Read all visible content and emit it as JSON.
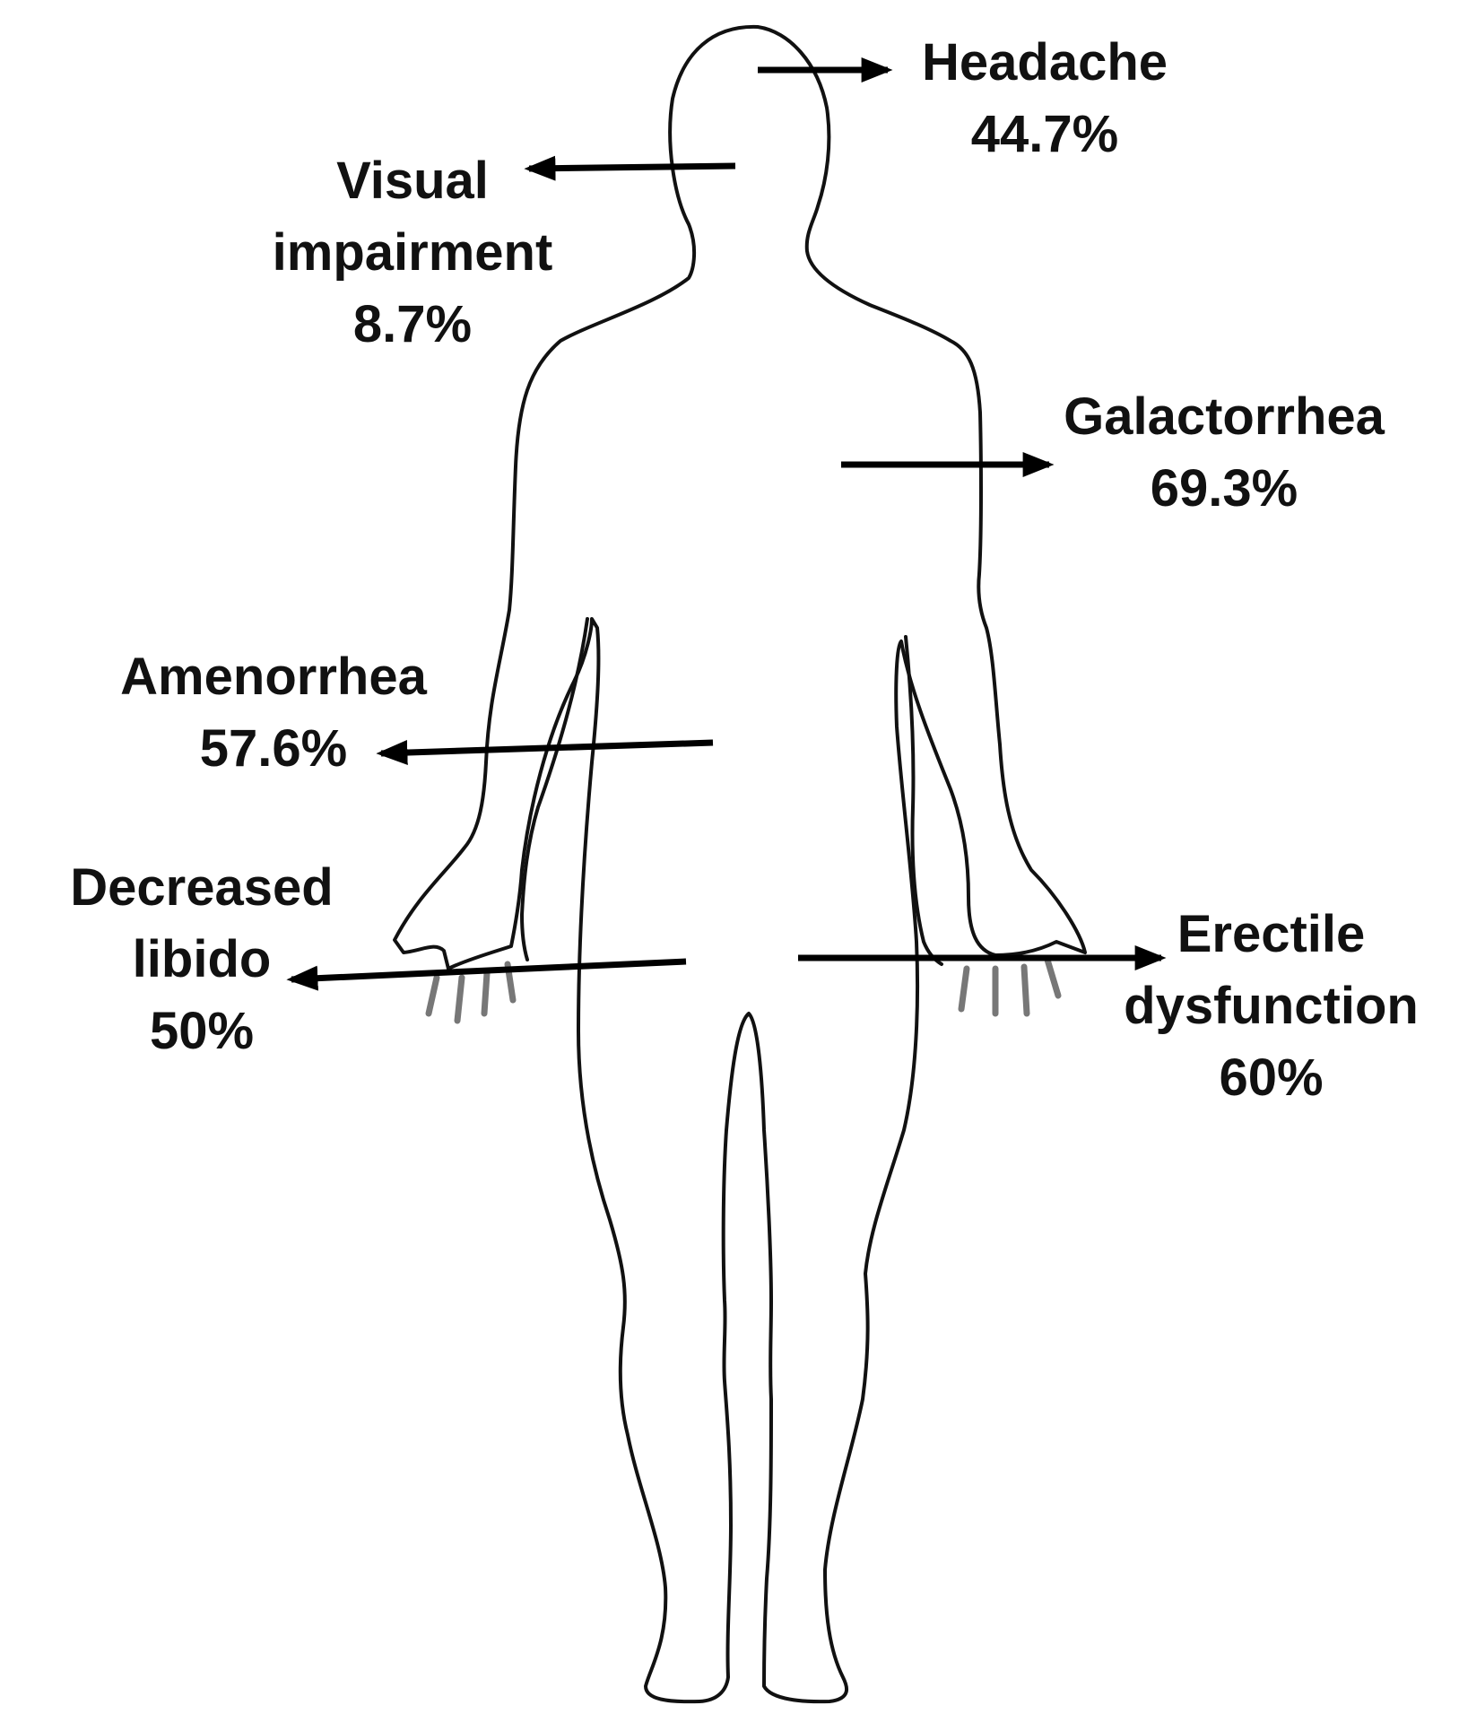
{
  "symptoms": {
    "headache": {
      "name": "Headache",
      "percent": "44.7%"
    },
    "visual": {
      "name_line1": "Visual",
      "name_line2": "impairment",
      "percent": "8.7%"
    },
    "galactorrhea": {
      "name": "Galactorrhea",
      "percent": "69.3%"
    },
    "amenorrhea": {
      "name": "Amenorrhea",
      "percent": "57.6%"
    },
    "libido": {
      "name_line1": "Decreased",
      "name_line2": "libido",
      "percent": "50%"
    },
    "erectile": {
      "name_line1": "Erectile",
      "name_line2": "dysfunction",
      "percent": "60%"
    }
  },
  "colors": {
    "outline": "#111111",
    "arrow": "#000000",
    "fingertips": "#777777",
    "text": "#111111"
  }
}
